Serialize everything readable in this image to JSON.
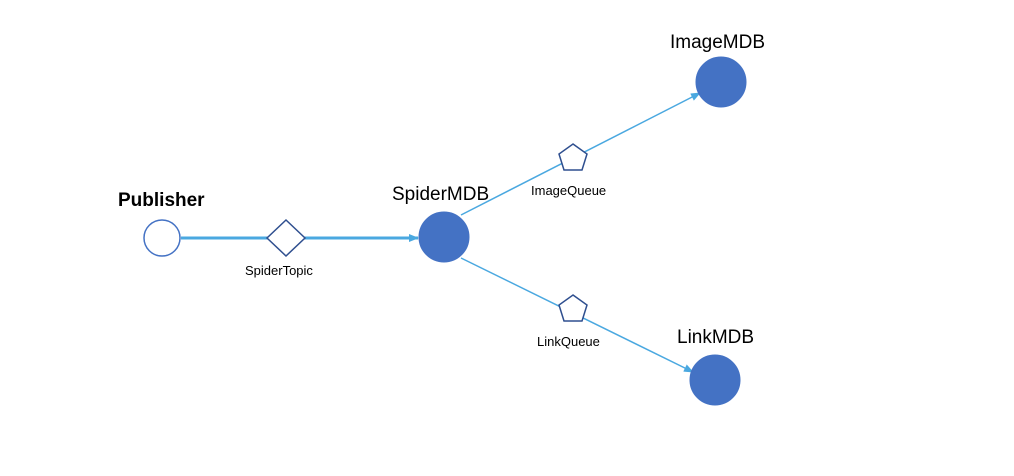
{
  "nodes": {
    "publisher": {
      "label": "Publisher",
      "shape": "hollow-circle",
      "stroke": "#4472c4"
    },
    "spider_mdb": {
      "label": "SpiderMDB",
      "shape": "filled-circle",
      "fill": "#4472c4"
    },
    "image_mdb": {
      "label": "ImageMDB",
      "shape": "filled-circle",
      "fill": "#4472c4"
    },
    "link_mdb": {
      "label": "LinkMDB",
      "shape": "filled-circle",
      "fill": "#4472c4"
    }
  },
  "edges": {
    "spider_topic": {
      "label": "SpiderTopic",
      "marker": "diamond",
      "from": "Publisher",
      "to": "SpiderMDB"
    },
    "image_queue": {
      "label": "ImageQueue",
      "marker": "pentagon",
      "from": "SpiderMDB",
      "to": "ImageMDB"
    },
    "link_queue": {
      "label": "LinkQueue",
      "marker": "pentagon",
      "from": "SpiderMDB",
      "to": "LinkMDB"
    }
  },
  "colors": {
    "edge": "#4aa8e0",
    "node_fill": "#4472c4",
    "node_stroke": "#4472c4",
    "marker_stroke": "#2f4f8f"
  }
}
